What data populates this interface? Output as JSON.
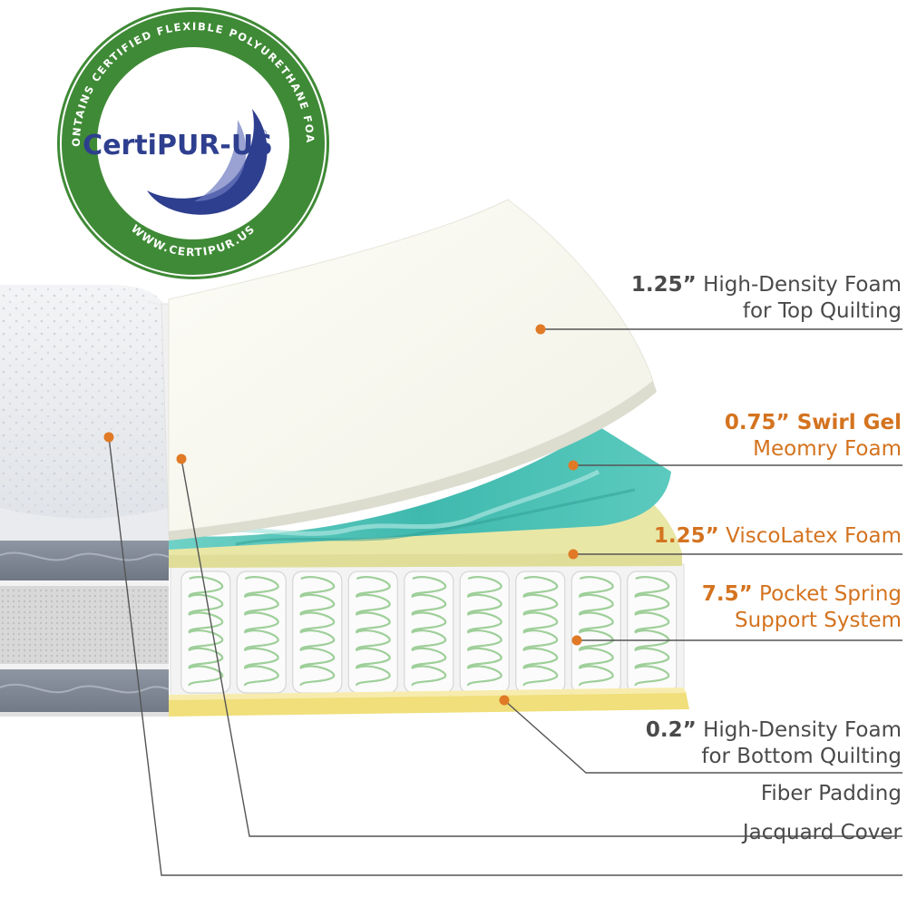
{
  "badge": {
    "ring_text": "CONTAINS CERTIFIED FLEXIBLE POLYURETHANE FOAM",
    "bottom_text": "WWW.CERTIPUR.US",
    "logo_text": "CertiPUR-US",
    "registered": "®",
    "ring_color": "#3f8a36",
    "logo_color": "#2e3f8f"
  },
  "layers": [
    {
      "id": "top-quilting",
      "thickness": "1.25”",
      "line1": "High-Density Foam",
      "line2": "for Top Quilting",
      "style": "dark"
    },
    {
      "id": "swirl-gel",
      "thickness": "0.75”",
      "line1": "Swirl Gel",
      "line2": "Meomry Foam",
      "style": "orange"
    },
    {
      "id": "viscolatex",
      "thickness": "1.25”",
      "line1": "ViscoLatex Foam",
      "line2": "",
      "style": "orange"
    },
    {
      "id": "pocket-spring",
      "thickness": "7.5”",
      "line1": "Pocket Spring",
      "line2": "Support System",
      "style": "orange"
    },
    {
      "id": "bottom-quilting",
      "thickness": "0.2”",
      "line1": "High-Density Foam",
      "line2": "for Bottom Quilting",
      "style": "dark"
    },
    {
      "id": "fiber-padding",
      "thickness": "",
      "line1": "Fiber Padding",
      "line2": "",
      "style": "dark"
    },
    {
      "id": "jacquard-cover",
      "thickness": "",
      "line1": "Jacquard Cover",
      "line2": "",
      "style": "dark"
    }
  ],
  "colors": {
    "accent": "#e07a26",
    "gel": "#4fc4b8",
    "latex": "#e9e7a6",
    "bottom_foam": "#f0df7a",
    "leader": "#555555"
  }
}
